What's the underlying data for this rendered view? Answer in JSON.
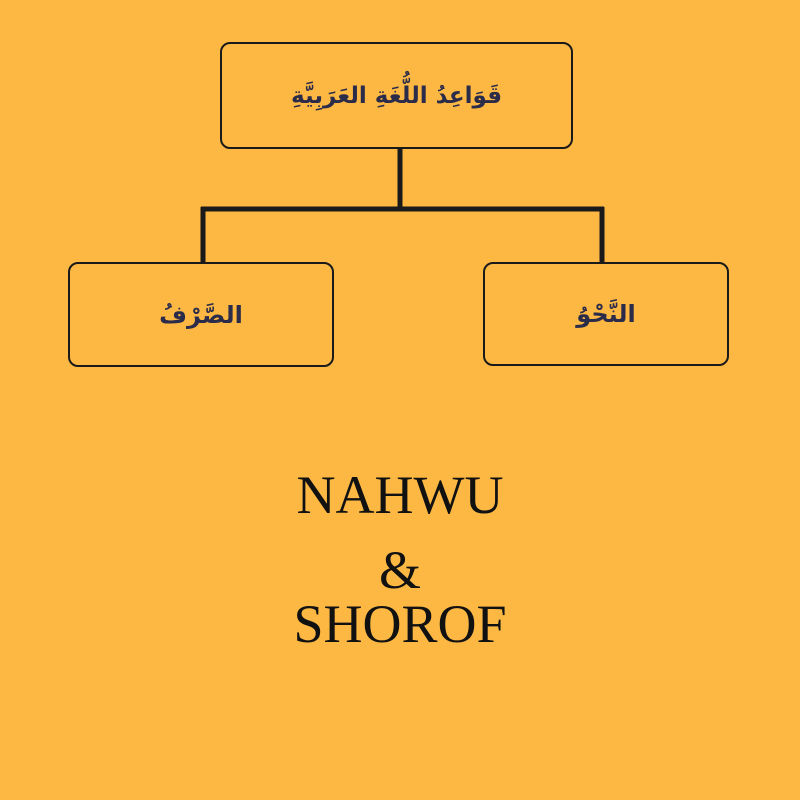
{
  "diagram": {
    "root": {
      "label": "قَوَاعِدُ اللُّغَةِ العَرَبِيَّةِ"
    },
    "children": [
      {
        "label": "الصَّرْفُ"
      },
      {
        "label": "النَّحْوُ"
      }
    ]
  },
  "caption": {
    "line1": "NAHWU",
    "line2": "&",
    "line3": "SHOROF"
  },
  "colors": {
    "background": "#FCB843",
    "border": "#1a1a1a",
    "arabic_text": "#2b2b4a",
    "caption_text": "#111111"
  }
}
